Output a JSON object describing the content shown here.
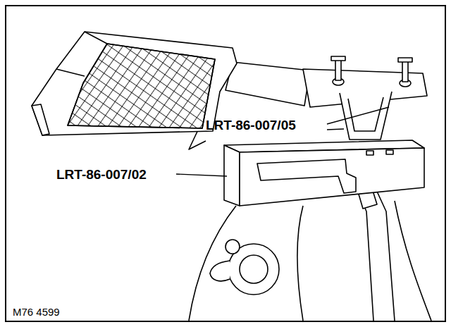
{
  "diagram": {
    "labels": [
      "LRT-86-007/05",
      "LRT-86-007/02",
      "M76 4599"
    ]
  }
}
